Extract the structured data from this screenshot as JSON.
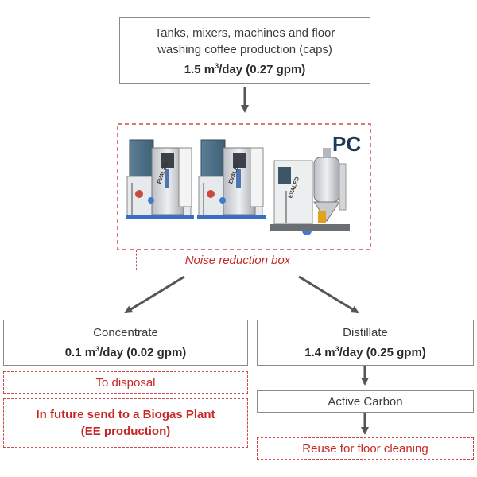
{
  "source": {
    "line1": "Tanks, mixers, machines and floor",
    "line2": "washing coffee production (caps)",
    "flow_value": "1.5 m",
    "flow_sup": "3",
    "flow_rest": "/day (0.27 gpm)"
  },
  "unit": {
    "label": "PC",
    "box_label": "Noise reduction box",
    "brand": "EVALED"
  },
  "concentrate": {
    "title": "Concentrate",
    "flow_value": "0.1 m",
    "flow_sup": "3",
    "flow_rest": "/day (0.02 gpm)",
    "disposal": "To disposal",
    "future_line1": "In future send to a Biogas Plant",
    "future_line2": "(EE production)"
  },
  "distillate": {
    "title": "Distillate",
    "flow_value": "1.4 m",
    "flow_sup": "3",
    "flow_rest": "/day (0.25 gpm)",
    "carbon": "Active Carbon",
    "reuse": "Reuse for floor cleaning"
  },
  "colors": {
    "arrow": "#555555",
    "dash_red": "#d04a4a",
    "text_red": "#c62828"
  }
}
